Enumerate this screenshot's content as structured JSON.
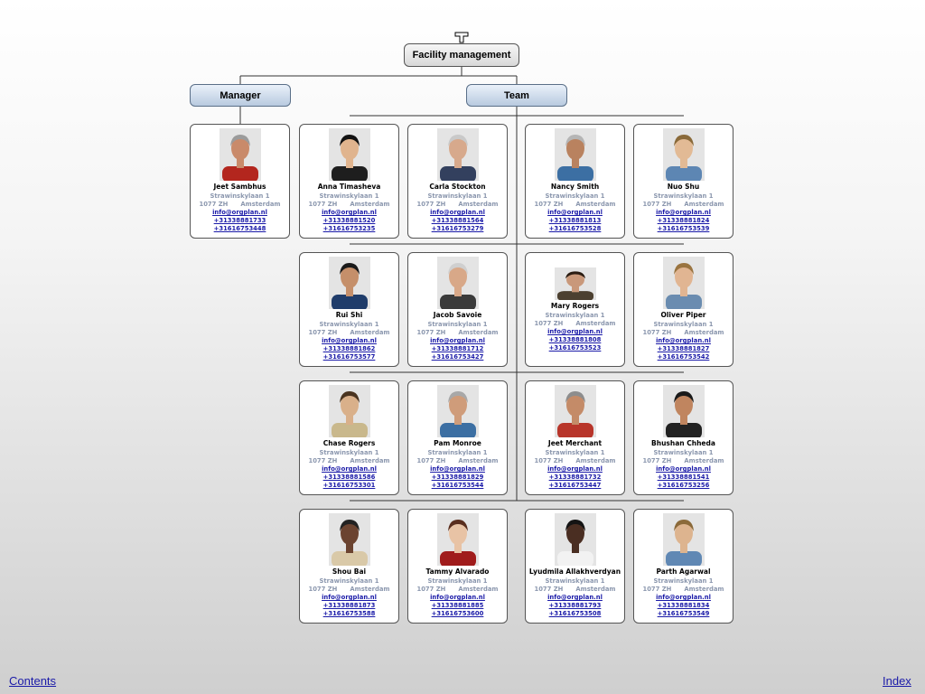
{
  "root": {
    "label": "Facility management"
  },
  "groups": {
    "manager": "Manager",
    "team": "Team"
  },
  "address": {
    "street": "Strawinskylaan 1",
    "zip": "1077 ZH",
    "city": "Amsterdam"
  },
  "people": [
    {
      "name": "Jeet Sambhus",
      "email": "info@orgplan.nl",
      "phone1": "+31338881733",
      "phone2": "+31616753448"
    },
    {
      "name": "Anna Timasheva",
      "email": "info@orgplan.nl",
      "phone1": "+31338881520",
      "phone2": "+31616753235"
    },
    {
      "name": "Carla Stockton",
      "email": "info@orgplan.nl",
      "phone1": "+31338881564",
      "phone2": "+31616753279"
    },
    {
      "name": "Nancy Smith",
      "email": "info@orgplan.nl",
      "phone1": "+31338881813",
      "phone2": "+31616753528"
    },
    {
      "name": "Nuo Shu",
      "email": "info@orgplan.nl",
      "phone1": "+31338881824",
      "phone2": "+31616753539"
    },
    {
      "name": "Rui Shi",
      "email": "info@orgplan.nl",
      "phone1": "+31338881862",
      "phone2": "+31616753577"
    },
    {
      "name": "Jacob Savoie",
      "email": "info@orgplan.nl",
      "phone1": "+31338881712",
      "phone2": "+31616753427"
    },
    {
      "name": "Mary Rogers",
      "email": "info@orgplan.nl",
      "phone1": "+31338881808",
      "phone2": "+31616753523"
    },
    {
      "name": "Oliver Piper",
      "email": "info@orgplan.nl",
      "phone1": "+31338881827",
      "phone2": "+31616753542"
    },
    {
      "name": "Chase Rogers",
      "email": "info@orgplan.nl",
      "phone1": "+31338881586",
      "phone2": "+31616753301"
    },
    {
      "name": "Pam Monroe",
      "email": "info@orgplan.nl",
      "phone1": "+31338881829",
      "phone2": "+31616753544"
    },
    {
      "name": "Jeet Merchant",
      "email": "info@orgplan.nl",
      "phone1": "+31338881732",
      "phone2": "+31616753447"
    },
    {
      "name": "Bhushan Chheda",
      "email": "info@orgplan.nl",
      "phone1": "+31338881541",
      "phone2": "+31616753256"
    },
    {
      "name": "Shou Bai",
      "email": "info@orgplan.nl",
      "phone1": "+31338881873",
      "phone2": "+31616753588"
    },
    {
      "name": "Tammy Alvarado",
      "email": "info@orgplan.nl",
      "phone1": "+31338881885",
      "phone2": "+31616753600"
    },
    {
      "name": "Lyudmila Allakhverdyan",
      "email": "info@orgplan.nl",
      "phone1": "+31338881793",
      "phone2": "+31616753508"
    },
    {
      "name": "Parth Agarwal",
      "email": "info@orgplan.nl",
      "phone1": "+31338881834",
      "phone2": "+31616753549"
    }
  ],
  "footer": {
    "contents": "Contents",
    "index": "Index"
  }
}
